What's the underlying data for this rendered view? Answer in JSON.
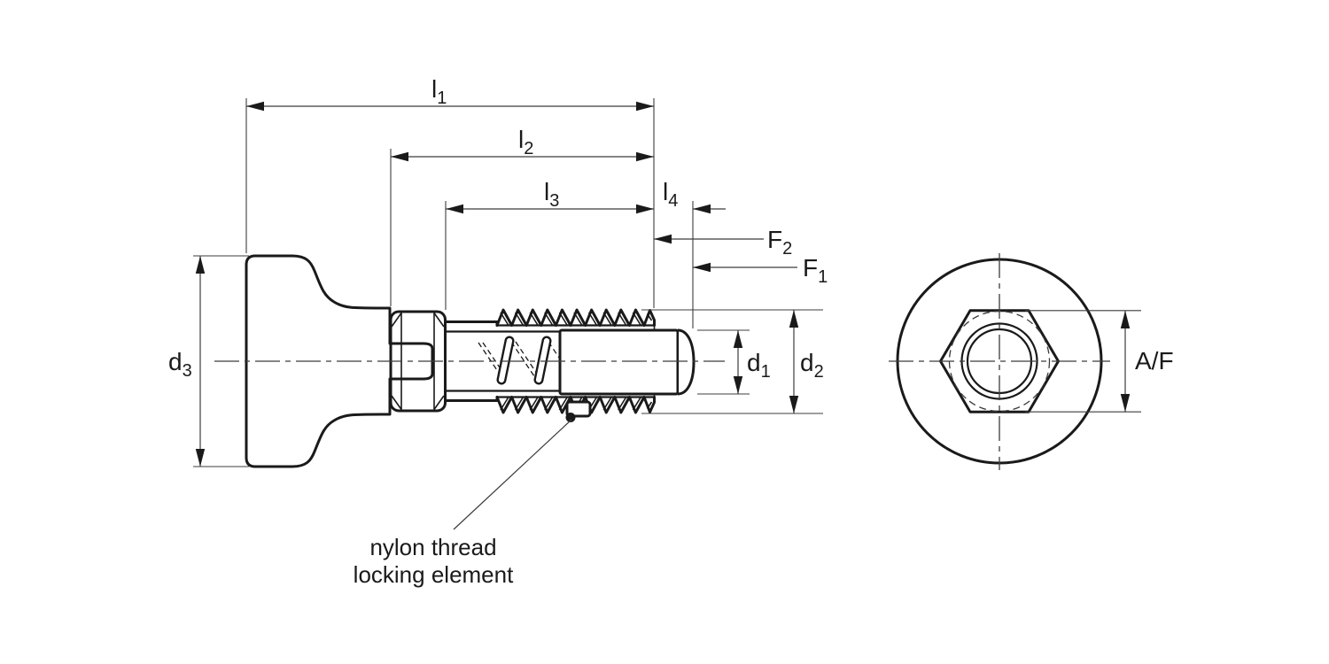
{
  "drawing": {
    "kind": "engineering dimension drawing",
    "colors": {
      "outline": "#1a1a1a",
      "dimension_lines": "#3c3c3c",
      "background": "#ffffff"
    },
    "dims": {
      "l1": {
        "base": "l",
        "sub": "1"
      },
      "l2": {
        "base": "l",
        "sub": "2"
      },
      "l3": {
        "base": "l",
        "sub": "3"
      },
      "l4": {
        "base": "l",
        "sub": "4"
      },
      "f2": {
        "base": "F",
        "sub": "2"
      },
      "f1": {
        "base": "F",
        "sub": "1"
      },
      "d1": {
        "base": "d",
        "sub": "1"
      },
      "d2": {
        "base": "d",
        "sub": "2"
      },
      "d3": {
        "base": "d",
        "sub": "3"
      },
      "af": {
        "label": "A/F"
      }
    },
    "note": {
      "line1": "nylon thread",
      "line2": "locking element"
    }
  }
}
